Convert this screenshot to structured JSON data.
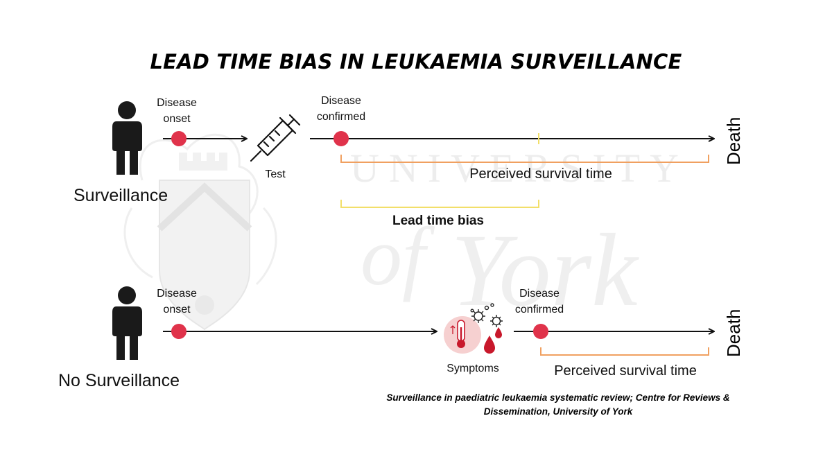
{
  "title": "LEAD TIME BIAS IN LEUKAEMIA SURVEILLANCE",
  "surveillance": {
    "group_label": "Surveillance",
    "onset_line1": "Disease",
    "onset_line2": "onset",
    "test_label": "Test",
    "confirmed_line1": "Disease",
    "confirmed_line2": "confirmed",
    "perceived_label": "Perceived survival time",
    "lead_time_label": "Lead time bias",
    "death_label": "Death"
  },
  "no_surveillance": {
    "group_label": "No Surveillance",
    "onset_line1": "Disease",
    "onset_line2": "onset",
    "symptoms_label": "Symptoms",
    "confirmed_line1": "Disease",
    "confirmed_line2": "confirmed",
    "perceived_label": "Perceived survival time",
    "death_label": "Death"
  },
  "citation_line1": "Surveillance in paediatric leukaemia systematic review; Centre for Reviews &",
  "citation_line2": "Dissemination, University of York",
  "watermark": "UNIVERSITY of York",
  "colors": {
    "event_dot": "#e0334b",
    "perceived_bracket": "#f0a060",
    "lead_time_bracket": "#f2df6a",
    "symptom_circle": "#f6d0d0",
    "blood_drop": "#c8182b",
    "watermark": "#ececec"
  }
}
